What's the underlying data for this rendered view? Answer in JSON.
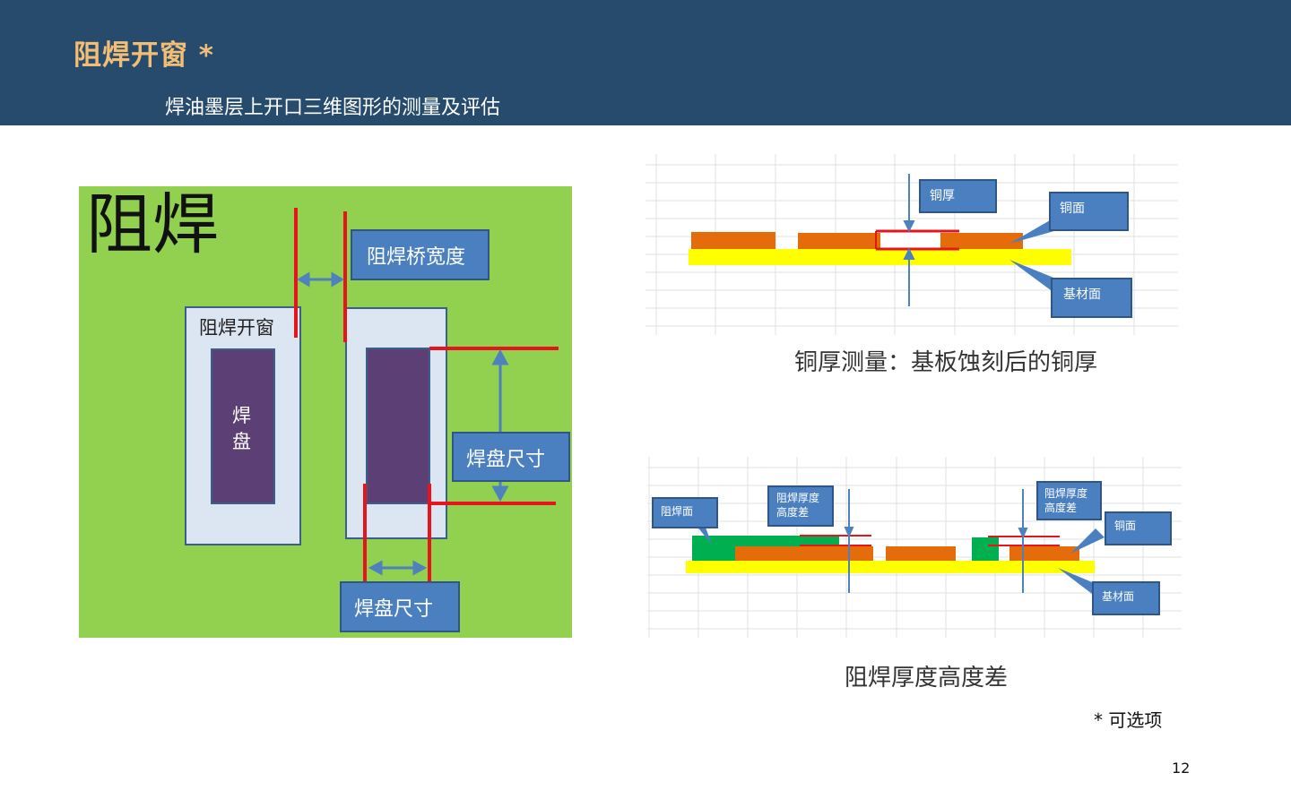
{
  "header": {
    "title": "阻焊开窗 *",
    "subtitle": "焊油墨层上开口三维图形的测量及评估"
  },
  "left_diagram": {
    "big_label": "阻焊",
    "window_label": "阻焊开窗",
    "pad_label_line1": "焊",
    "pad_label_line2": "盘",
    "bridge_label": "阻焊桥宽度",
    "pad_size_right": "焊盘尺寸",
    "pad_size_bottom": "焊盘尺寸",
    "colors": {
      "background": "#92d050",
      "window": "#dce6f2",
      "pad": "#5c3f74",
      "marker": "#e8141c",
      "arrow": "#4f81bd"
    }
  },
  "top_right_diagram": {
    "copper_thickness": "铜厚",
    "copper_surface": "铜面",
    "substrate_surface": "基材面",
    "caption": "铜厚测量：基板蚀刻后的铜厚",
    "colors": {
      "copper": "#e46c0a",
      "substrate": "#ffff00"
    }
  },
  "bottom_right_diagram": {
    "solder_mask_surface": "阻焊面",
    "thickness_diff_left_line1": "阻焊厚度",
    "thickness_diff_left_line2": "高度差",
    "thickness_diff_right_line1": "阻焊厚度",
    "thickness_diff_right_line2": "高度差",
    "copper_surface": "铜面",
    "substrate_surface": "基材面",
    "caption": "阻焊厚度高度差",
    "colors": {
      "mask": "#00b050",
      "copper": "#e46c0a",
      "substrate": "#ffff00"
    }
  },
  "footer": {
    "note": "* 可选项",
    "page_number": "12"
  }
}
